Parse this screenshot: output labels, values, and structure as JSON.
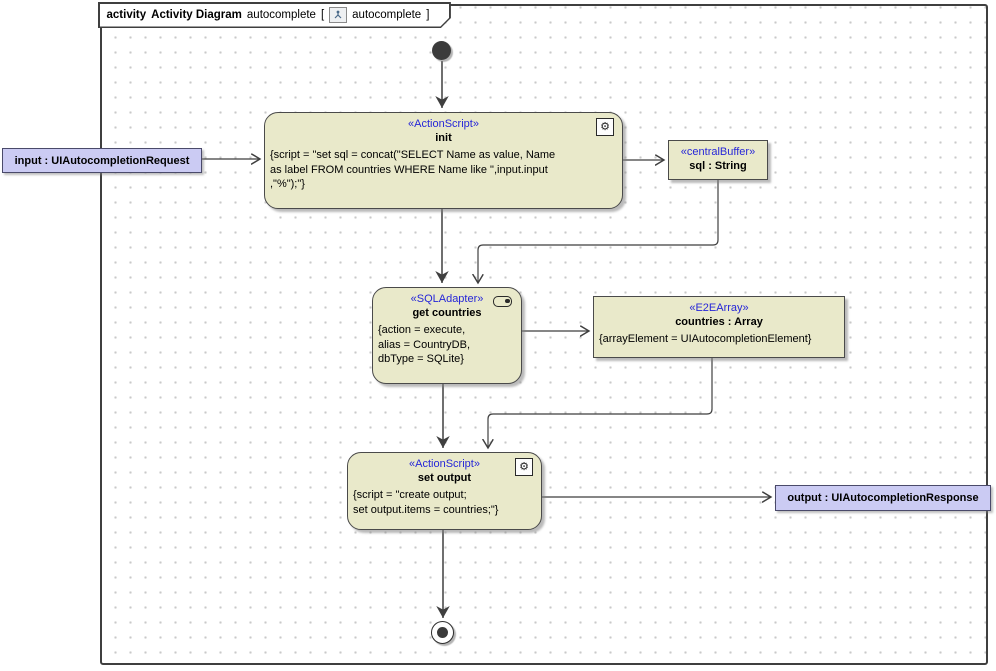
{
  "frame": {
    "keyword": "activity",
    "diagram_type": "Activity Diagram",
    "diagram_name": "autocomplete",
    "open_bracket": "[",
    "context_name": "autocomplete",
    "close_bracket": "]",
    "icon": "activity-diagram-icon"
  },
  "nodes": {
    "init": {
      "stereotype": "«ActionScript»",
      "name": "init",
      "body": "{script = \"set sql = concat(\"SELECT Name as value, Name\nas label FROM countries WHERE Name like \",input.input\n,\"%\");\"}",
      "icon": "gear-icon"
    },
    "sql_buffer": {
      "stereotype": "«centralBuffer»",
      "name": "sql : String"
    },
    "get_countries": {
      "stereotype": "«SQLAdapter»",
      "name": "get countries",
      "body": "{action = execute,\nalias = CountryDB,\ndbType = SQLite}",
      "icon": "adapter-pill-icon"
    },
    "countries_array": {
      "stereotype": "«E2EArray»",
      "name": "countries : Array",
      "body": "{arrayElement = UIAutocompletionElement}"
    },
    "set_output": {
      "stereotype": "«ActionScript»",
      "name": "set output",
      "body": "{script = \"create output;\nset output.items = countries;\"}",
      "icon": "gear-icon"
    }
  },
  "parameters": {
    "input": {
      "label": "input : UIAutocompletionRequest"
    },
    "output": {
      "label": "output : UIAutocompletionResponse"
    }
  },
  "colors": {
    "node_fill": "#e9e9ca",
    "parameter_fill": "#cbcbf3",
    "stereotype_text": "#2626d8",
    "border": "#4a4a4a",
    "line": "#3f3f3f"
  }
}
